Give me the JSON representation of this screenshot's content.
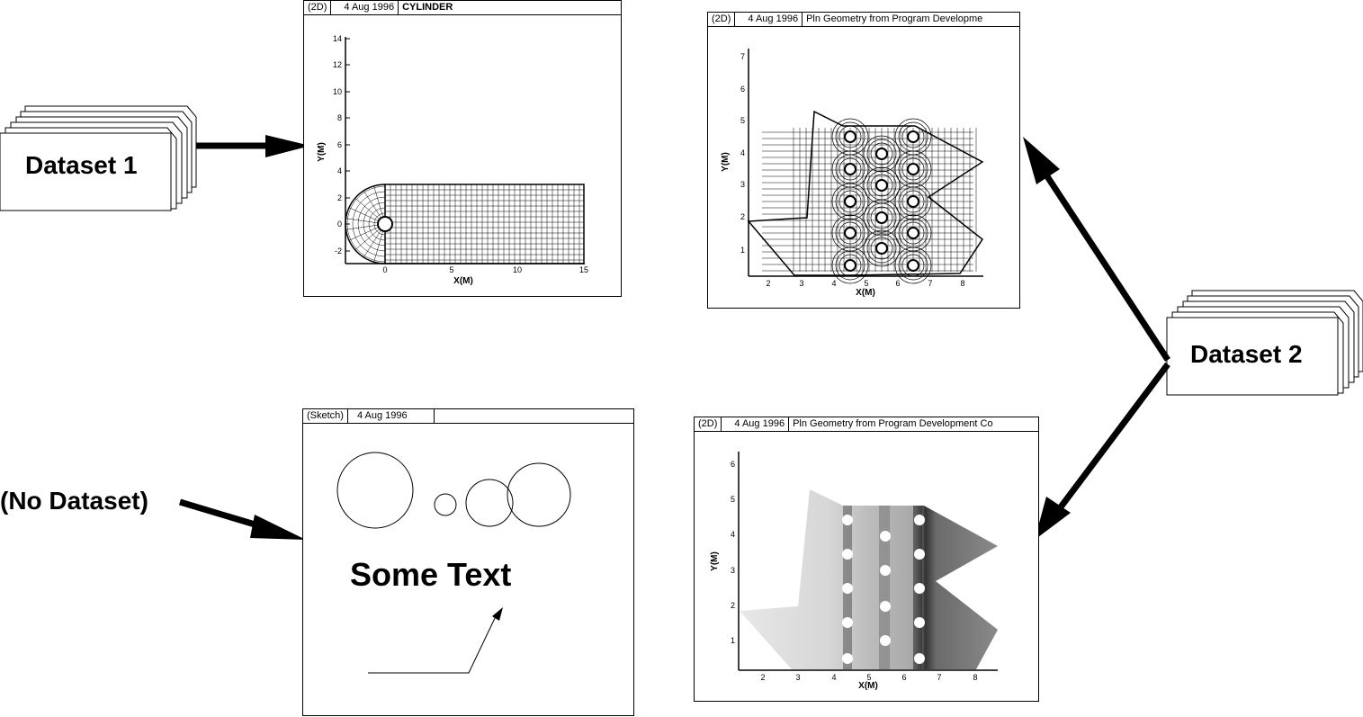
{
  "datasets": {
    "dataset1": "Dataset 1",
    "dataset2": "Dataset 2",
    "none": "(No Dataset)"
  },
  "frames": {
    "cylinder": {
      "mode": "(2D)",
      "date": "4 Aug 1996",
      "title": "CYLINDER",
      "xlabel": "X(M)",
      "ylabel": "Y(M)",
      "xticks": [
        "0",
        "5",
        "10",
        "15"
      ],
      "yticks": [
        "-2",
        "0",
        "2",
        "4",
        "6",
        "8",
        "10",
        "12",
        "14"
      ]
    },
    "mesh": {
      "mode": "(2D)",
      "date": "4 Aug 1996",
      "title": "Pln Geometry from Program Developme",
      "xlabel": "X(M)",
      "ylabel": "Y(M)",
      "xticks": [
        "2",
        "3",
        "4",
        "5",
        "6",
        "7",
        "8"
      ],
      "yticks": [
        "1",
        "2",
        "3",
        "4",
        "5",
        "6",
        "7"
      ]
    },
    "sketch": {
      "mode": "(Sketch)",
      "date": "4 Aug 1996",
      "text": "Some Text"
    },
    "contour": {
      "mode": "(2D)",
      "date": "4 Aug 1996",
      "title": "Pln Geometry from Program Development Co",
      "xlabel": "X(M)",
      "ylabel": "Y(M)",
      "xticks": [
        "2",
        "3",
        "4",
        "5",
        "6",
        "7",
        "8"
      ],
      "yticks": [
        "1",
        "2",
        "3",
        "4",
        "5",
        "6"
      ]
    }
  }
}
